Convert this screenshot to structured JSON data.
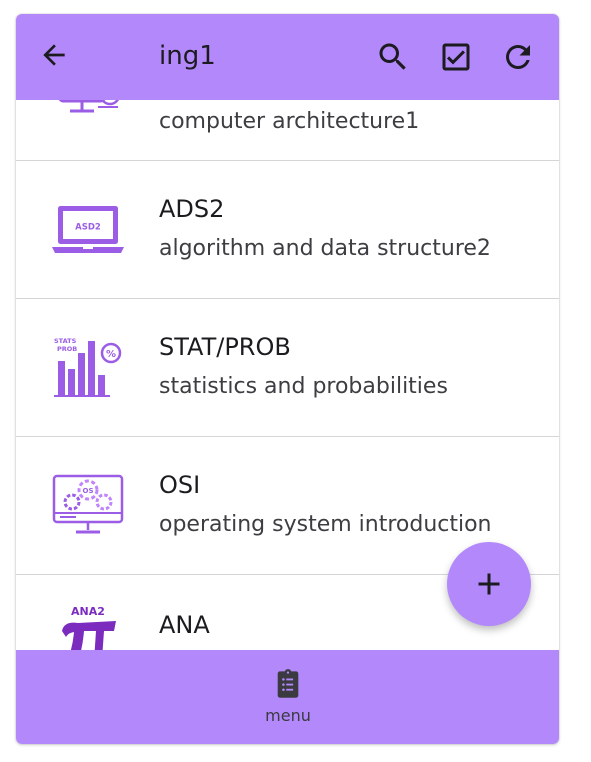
{
  "appbar": {
    "title": "ing1",
    "actions": [
      "search-icon",
      "checkbox-icon",
      "refresh-icon"
    ]
  },
  "courses": [
    {
      "name": "",
      "description": "computer architecture1",
      "icon": "computer-hardware-icon"
    },
    {
      "name": "ADS2",
      "description": "algorithm and data structure2",
      "icon": "laptop-icon",
      "badge": "ASD2"
    },
    {
      "name": "STAT/PROB",
      "description": "statistics and probabilities",
      "icon": "bar-chart-icon",
      "badge": "STATS PROB"
    },
    {
      "name": "OSI",
      "description": "operating system introduction",
      "icon": "monitor-gears-icon",
      "badge": "OS"
    },
    {
      "name": "ANA",
      "description": "",
      "icon": "pi-icon",
      "badge": "ANA2"
    }
  ],
  "fab": {
    "icon": "plus-icon"
  },
  "bottom_nav": {
    "items": [
      {
        "label": "menu",
        "icon": "clipboard-icon"
      }
    ]
  },
  "colors": {
    "accent": "#b388fb",
    "icon_purple": "#9b5de5",
    "text": "#1c1b1f",
    "divider": "#d5d5d8"
  }
}
